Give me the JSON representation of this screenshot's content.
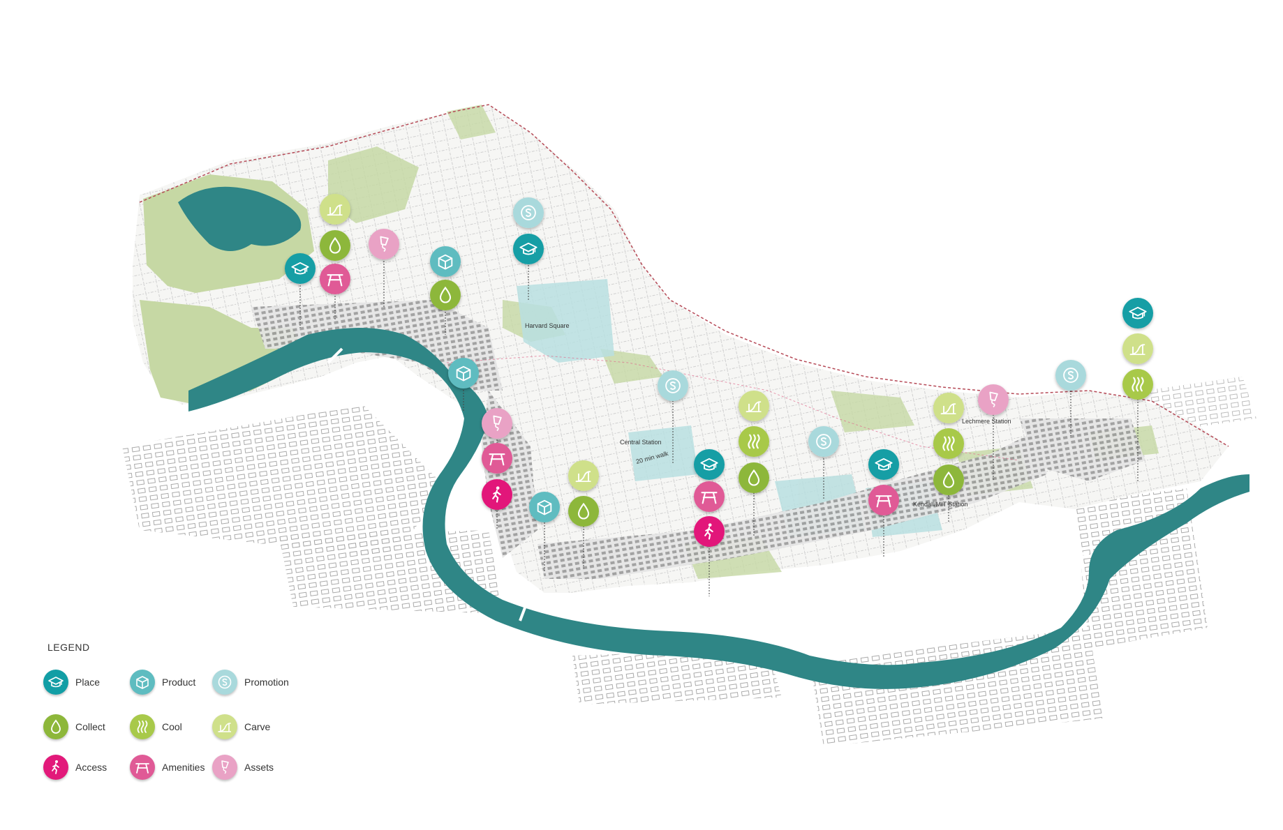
{
  "colors": {
    "place": "#129ea5",
    "product": "#5ebcc0",
    "promotion": "#a9d9dc",
    "collect": "#8db73a",
    "cool": "#a8c94a",
    "carve": "#cfe08a",
    "access": "#e2197a",
    "amenities": "#e05a96",
    "assets": "#e9a2c5",
    "water": "#2f8686",
    "parks": "#c6d8a4",
    "hub": "#b9dfe0",
    "boundary": "#b64a57"
  },
  "places": {
    "harvard": "Harvard Square",
    "central": "Central Station",
    "kendall": "Kendall/MIT Station",
    "lechmere": "Lechmere Station",
    "walk": "20 min walk"
  },
  "legend": {
    "title": "LEGEND",
    "items": [
      {
        "key": "place",
        "label": "Place",
        "icon": "graduation-cap-icon"
      },
      {
        "key": "product",
        "label": "Product",
        "icon": "box-icon"
      },
      {
        "key": "promotion",
        "label": "Promotion",
        "icon": "coin-icon"
      },
      {
        "key": "collect",
        "label": "Collect",
        "icon": "droplet-icon"
      },
      {
        "key": "cool",
        "label": "Cool",
        "icon": "heat-waves-icon"
      },
      {
        "key": "carve",
        "label": "Carve",
        "icon": "slide-icon"
      },
      {
        "key": "access",
        "label": "Access",
        "icon": "walking-person-icon"
      },
      {
        "key": "amenities",
        "label": "Amenities",
        "icon": "picnic-table-icon"
      },
      {
        "key": "assets",
        "label": "Assets",
        "icon": "kite-icon"
      }
    ]
  }
}
